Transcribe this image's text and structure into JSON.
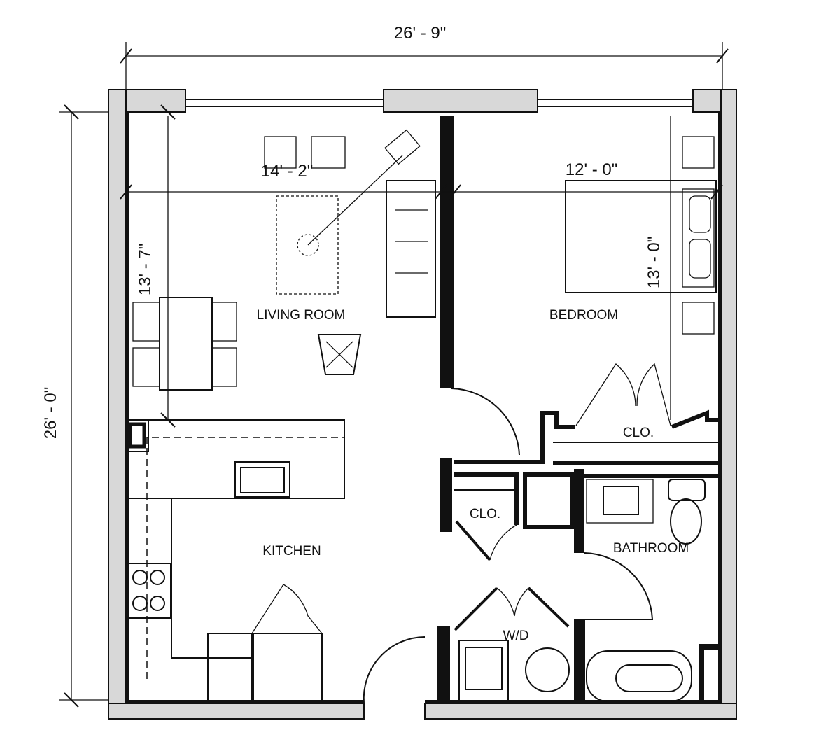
{
  "dimensions": {
    "overall_width": "26' - 9\"",
    "overall_depth": "26' - 0\"",
    "living_width": "14' - 2\"",
    "living_depth": "13' - 7\"",
    "bedroom_width": "12' - 0\"",
    "bedroom_depth": "13' - 0\""
  },
  "rooms": {
    "living": "LIVING ROOM",
    "bedroom": "BEDROOM",
    "bedroom_closet": "CLO.",
    "hall_closet": "CLO.",
    "bathroom": "BATHROOM",
    "kitchen": "KITCHEN",
    "laundry": "W/D"
  }
}
